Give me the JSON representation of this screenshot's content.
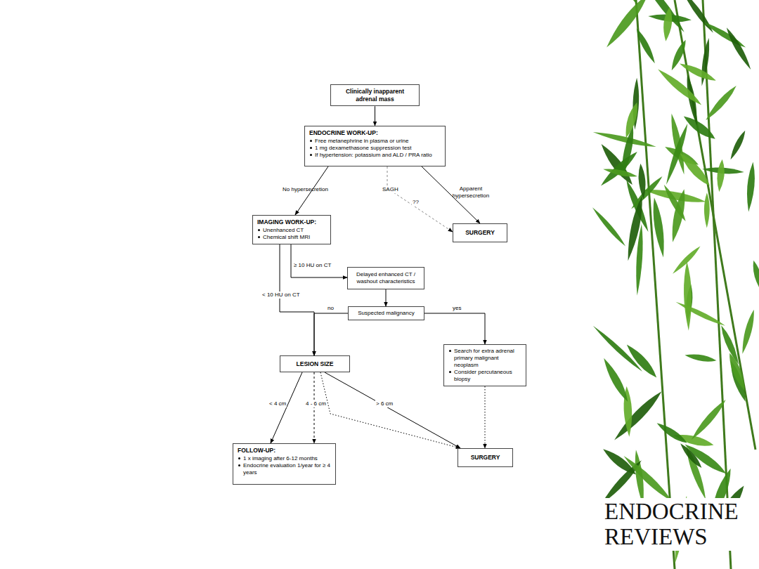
{
  "diagram": {
    "nodes": [
      {
        "text": [
          "Clinically inapparent adrenal mass"
        ]
      },
      {
        "text": [
          "ENDOCRINE WORK-UP:",
          "Free metanephrine in plasma or urine",
          "1 mg dexamethasone suppression test",
          "If hypertension: potassium and ALD / PRA ratio"
        ]
      },
      {
        "text": [
          "IMAGING WORK-UP:",
          "Unenhanced CT",
          "Chemical shift MRI"
        ]
      },
      {
        "text": [
          "SURGERY"
        ]
      },
      {
        "text": [
          "Delayed enhanced CT / washout characteristics"
        ]
      },
      {
        "text": [
          "Suspected malignancy"
        ]
      },
      {
        "text": [
          "LESION SIZE"
        ]
      },
      {
        "text": [
          "Search for extra adrenal primary malignant neoplasm",
          "Consider percutaneous biopsy"
        ]
      },
      {
        "text": [
          "FOLLOW-UP:",
          "1 x imaging after 6-12 months",
          "Endocrine evaluation 1/year for ≥ 4 years"
        ]
      },
      {
        "text": [
          "SURGERY"
        ]
      }
    ],
    "edges": [
      {
        "from": 0,
        "to": 1,
        "arrow": "to"
      },
      {
        "from": 1,
        "to": 2,
        "label": "No hypersecretion",
        "arrow": "to"
      },
      {
        "from": 1,
        "to": 3,
        "label": "SAGH",
        "arrow": "to"
      },
      {
        "from": 1,
        "to": 3,
        "label": "Apparent hypersecretion",
        "arrow": "to"
      },
      {
        "from": 2,
        "to": 4,
        "label": "≥ 10 HU on CT",
        "arrow": "to"
      },
      {
        "from": 2,
        "to": 6,
        "label": "< 10 HU on CT",
        "arrow": "to"
      },
      {
        "from": 4,
        "to": 5,
        "arrow": "to"
      },
      {
        "from": 5,
        "to": 6,
        "label": "no",
        "arrow": "to"
      },
      {
        "from": 5,
        "to": 7,
        "label": "yes",
        "arrow": "to"
      },
      {
        "from": 6,
        "to": 8,
        "label": "< 4 cm",
        "arrow": "to"
      },
      {
        "from": 6,
        "to": 8,
        "label": "4 - 6 cm",
        "arrow": "to"
      },
      {
        "from": 6,
        "to": 9,
        "arrow": "to"
      },
      {
        "from": 6,
        "to": 9,
        "label": "> 6 cm",
        "arrow": "to"
      },
      {
        "from": 7,
        "to": 9,
        "arrow": "to"
      }
    ],
    "labels": [
      "??",
      "ENDOCRINE REVIEWS"
    ]
  }
}
